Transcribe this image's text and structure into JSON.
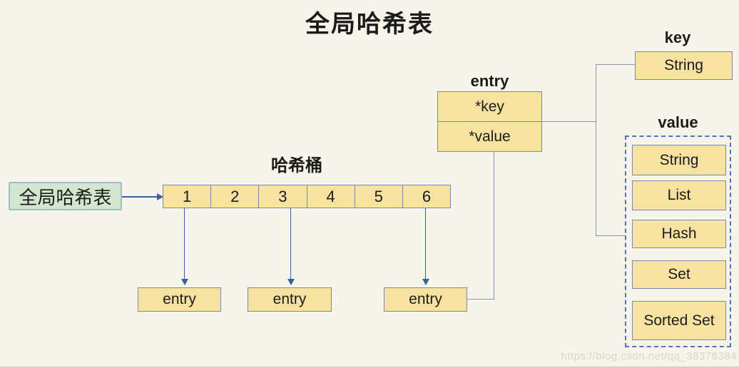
{
  "title": "全局哈希表",
  "hash_table_box": {
    "label": "全局哈希表"
  },
  "bucket": {
    "label": "哈希桶",
    "cells": [
      "1",
      "2",
      "3",
      "4",
      "5",
      "6"
    ]
  },
  "entries": [
    {
      "label": "entry"
    },
    {
      "label": "entry"
    },
    {
      "label": "entry"
    }
  ],
  "entry_struct": {
    "label": "entry",
    "fields": [
      "*key",
      "*value"
    ]
  },
  "key_section": {
    "label": "key",
    "type": "String"
  },
  "value_section": {
    "label": "value",
    "types": [
      "String",
      "List",
      "Hash",
      "Set",
      "Sorted Set"
    ]
  },
  "watermark": "https://blog.csdn.net/qq_38378384",
  "colors": {
    "background": "#f7f4e9",
    "box_fill": "#f7e2a2",
    "box_border": "#7889ac",
    "green_fill": "#d2e7ce",
    "green_border": "#9fbcd2",
    "arrow": "#3b5fa3",
    "connector": "#8595b5",
    "dashed_border": "#5472b8"
  }
}
